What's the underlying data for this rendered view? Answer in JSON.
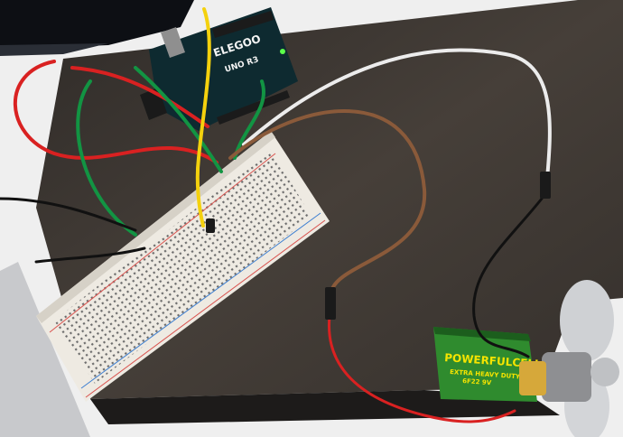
{
  "photo": {
    "subject": "breadboard-motor-circuit"
  },
  "arduino": {
    "brand": "ELEGOO",
    "model": "UNO R3"
  },
  "battery": {
    "brand": "POWERFULCELL",
    "subtitle": "EXTRA HEAVY DUTY",
    "voltage": "6F22 9V"
  },
  "colors": {
    "desk": "#f1f1f1",
    "mat": "#3c3733",
    "board": "#0e2a30",
    "breadboard": "#eeeae2",
    "battery": "#2f8b2e",
    "wire_red": "#d92121",
    "wire_green": "#129443",
    "wire_yellow": "#f4d10d",
    "wire_white": "#ececec",
    "wire_brown": "#8a5a3a",
    "wire_black": "#111111"
  }
}
